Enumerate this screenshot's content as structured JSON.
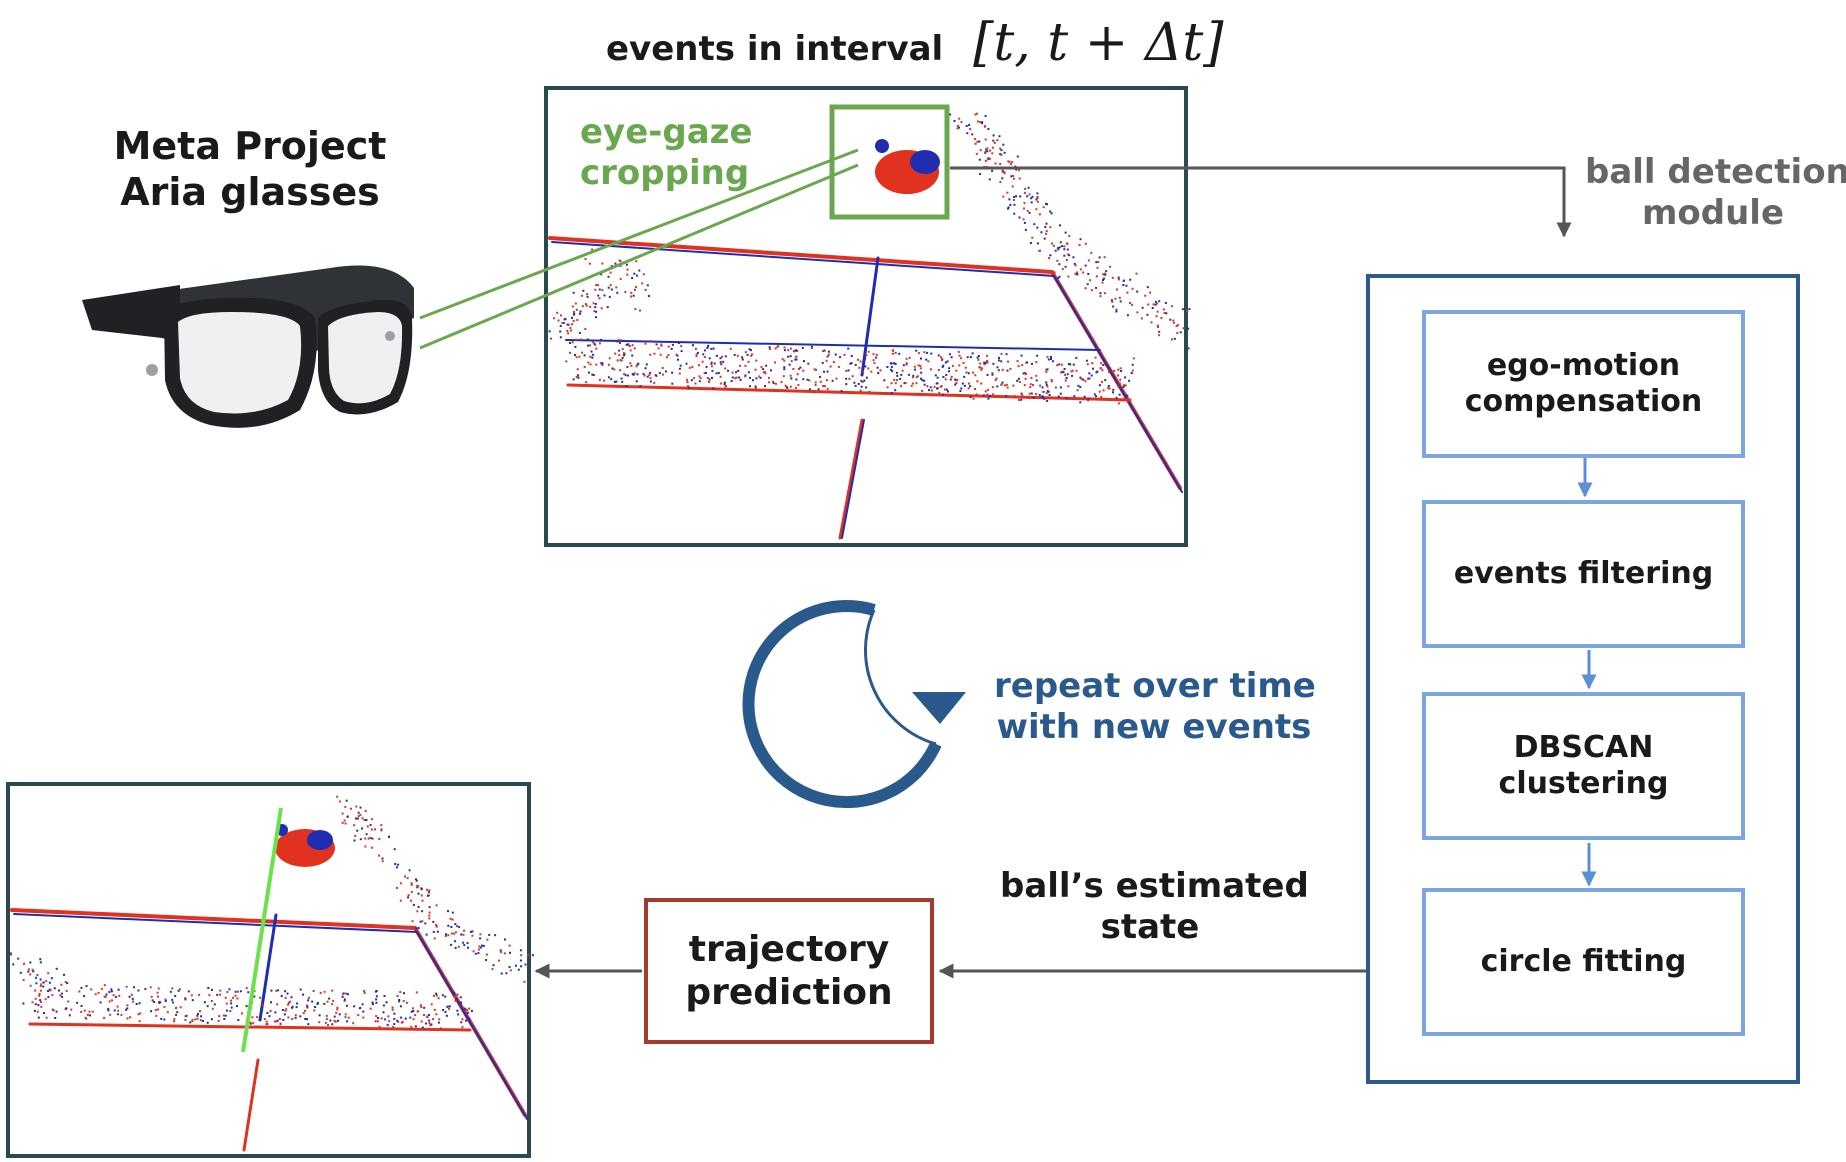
{
  "header": {
    "events_title_text": "events in interval",
    "events_title_math": "[t, t + Δt]"
  },
  "glasses": {
    "label_line1": "Meta Project",
    "label_line2": "Aria glasses"
  },
  "gaze": {
    "label_line1": "eye-gaze",
    "label_line2": "cropping"
  },
  "module": {
    "title_line1": "ball detection",
    "title_line2": "module",
    "steps": [
      {
        "line1": "ego-motion",
        "line2": "compensation"
      },
      {
        "line1": "events filtering",
        "line2": ""
      },
      {
        "line1": "DBSCAN",
        "line2": "clustering"
      },
      {
        "line1": "circle fitting",
        "line2": ""
      }
    ]
  },
  "loop": {
    "label_line1": "repeat over time",
    "label_line2": "with new events"
  },
  "state": {
    "label_line1": "ball’s estimated",
    "label_line2": "state"
  },
  "prediction": {
    "label_line1": "trajectory",
    "label_line2": "prediction"
  },
  "colors": {
    "panel_border": "#2b4a50",
    "gaze_green": "#6aa84f",
    "module_border": "#2d5a8e",
    "step_border": "#7da4e3",
    "loop_blue": "#2a5a8c",
    "prediction_border": "#a33a2b",
    "arrow_gray": "#555555",
    "event_red": "#e0321e",
    "event_blue": "#1f2db0",
    "trajectory_green": "#6be24a"
  },
  "icons": [
    "smart-glasses-icon",
    "cycle-arrow-icon"
  ]
}
